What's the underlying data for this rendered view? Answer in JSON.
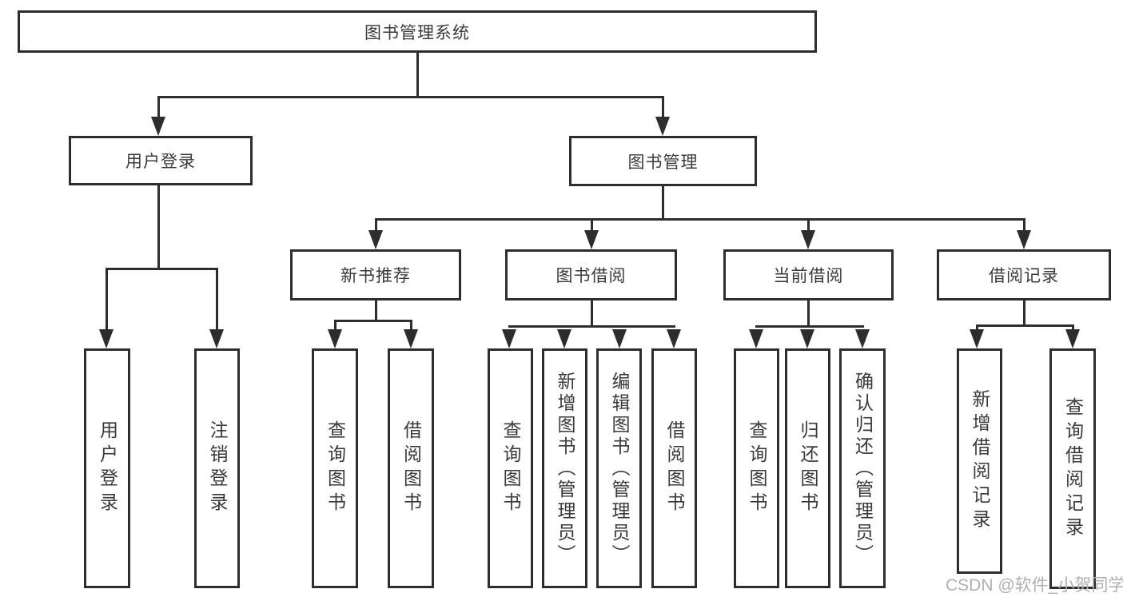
{
  "title": "图书管理系统",
  "level2": {
    "user_login": "用户登录",
    "book_management": "图书管理"
  },
  "level3": {
    "new_book_recommend": "新书推荐",
    "book_borrow": "图书借阅",
    "current_borrow": "当前借阅",
    "borrow_records": "借阅记录"
  },
  "leaves": {
    "user_login": "用户登录",
    "logout": "注销登录",
    "query_books_recommend": "查询图书",
    "borrow_books_recommend": "借阅图书",
    "query_books_borrow": "查询图书",
    "add_books_admin": "新增图书（管理员）",
    "edit_books_admin": "编辑图书（管理员）",
    "borrow_books_borrow": "借阅图书",
    "query_books_current": "查询图书",
    "return_books": "归还图书",
    "confirm_return_admin": "确认归还（管理员）",
    "add_borrow_record": "新增借阅记录",
    "query_borrow_record": "查询借阅记录"
  },
  "watermark": "CSDN @软件_小贺同学",
  "colors": {
    "line": "#2d2d2d",
    "text": "#3a3a3a",
    "watermark": "#b0b0b0",
    "background": "#ffffff"
  }
}
